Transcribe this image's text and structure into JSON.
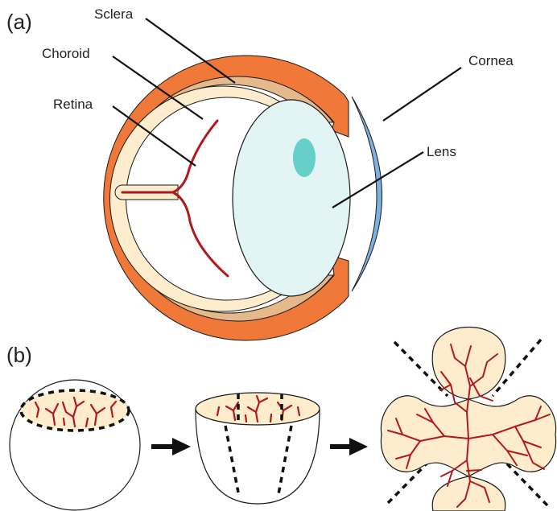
{
  "panels": {
    "a": "(a)",
    "b": "(b)"
  },
  "labels": {
    "sclera": "Sclera",
    "choroid": "Choroid",
    "retina": "Retina",
    "cornea": "Cornea",
    "lens": "Lens"
  },
  "colors": {
    "sclera": "#f07838",
    "choroid": "#e5b98a",
    "retina": "#fdedcc",
    "vessel": "#b3181d",
    "lens": "#e3f4f5",
    "lens_spot": "#66cfc7",
    "cornea": "#7eb1e1",
    "arrow": "#111111"
  },
  "icons": {
    "arrow_1": "right-arrow",
    "arrow_2": "right-arrow"
  }
}
